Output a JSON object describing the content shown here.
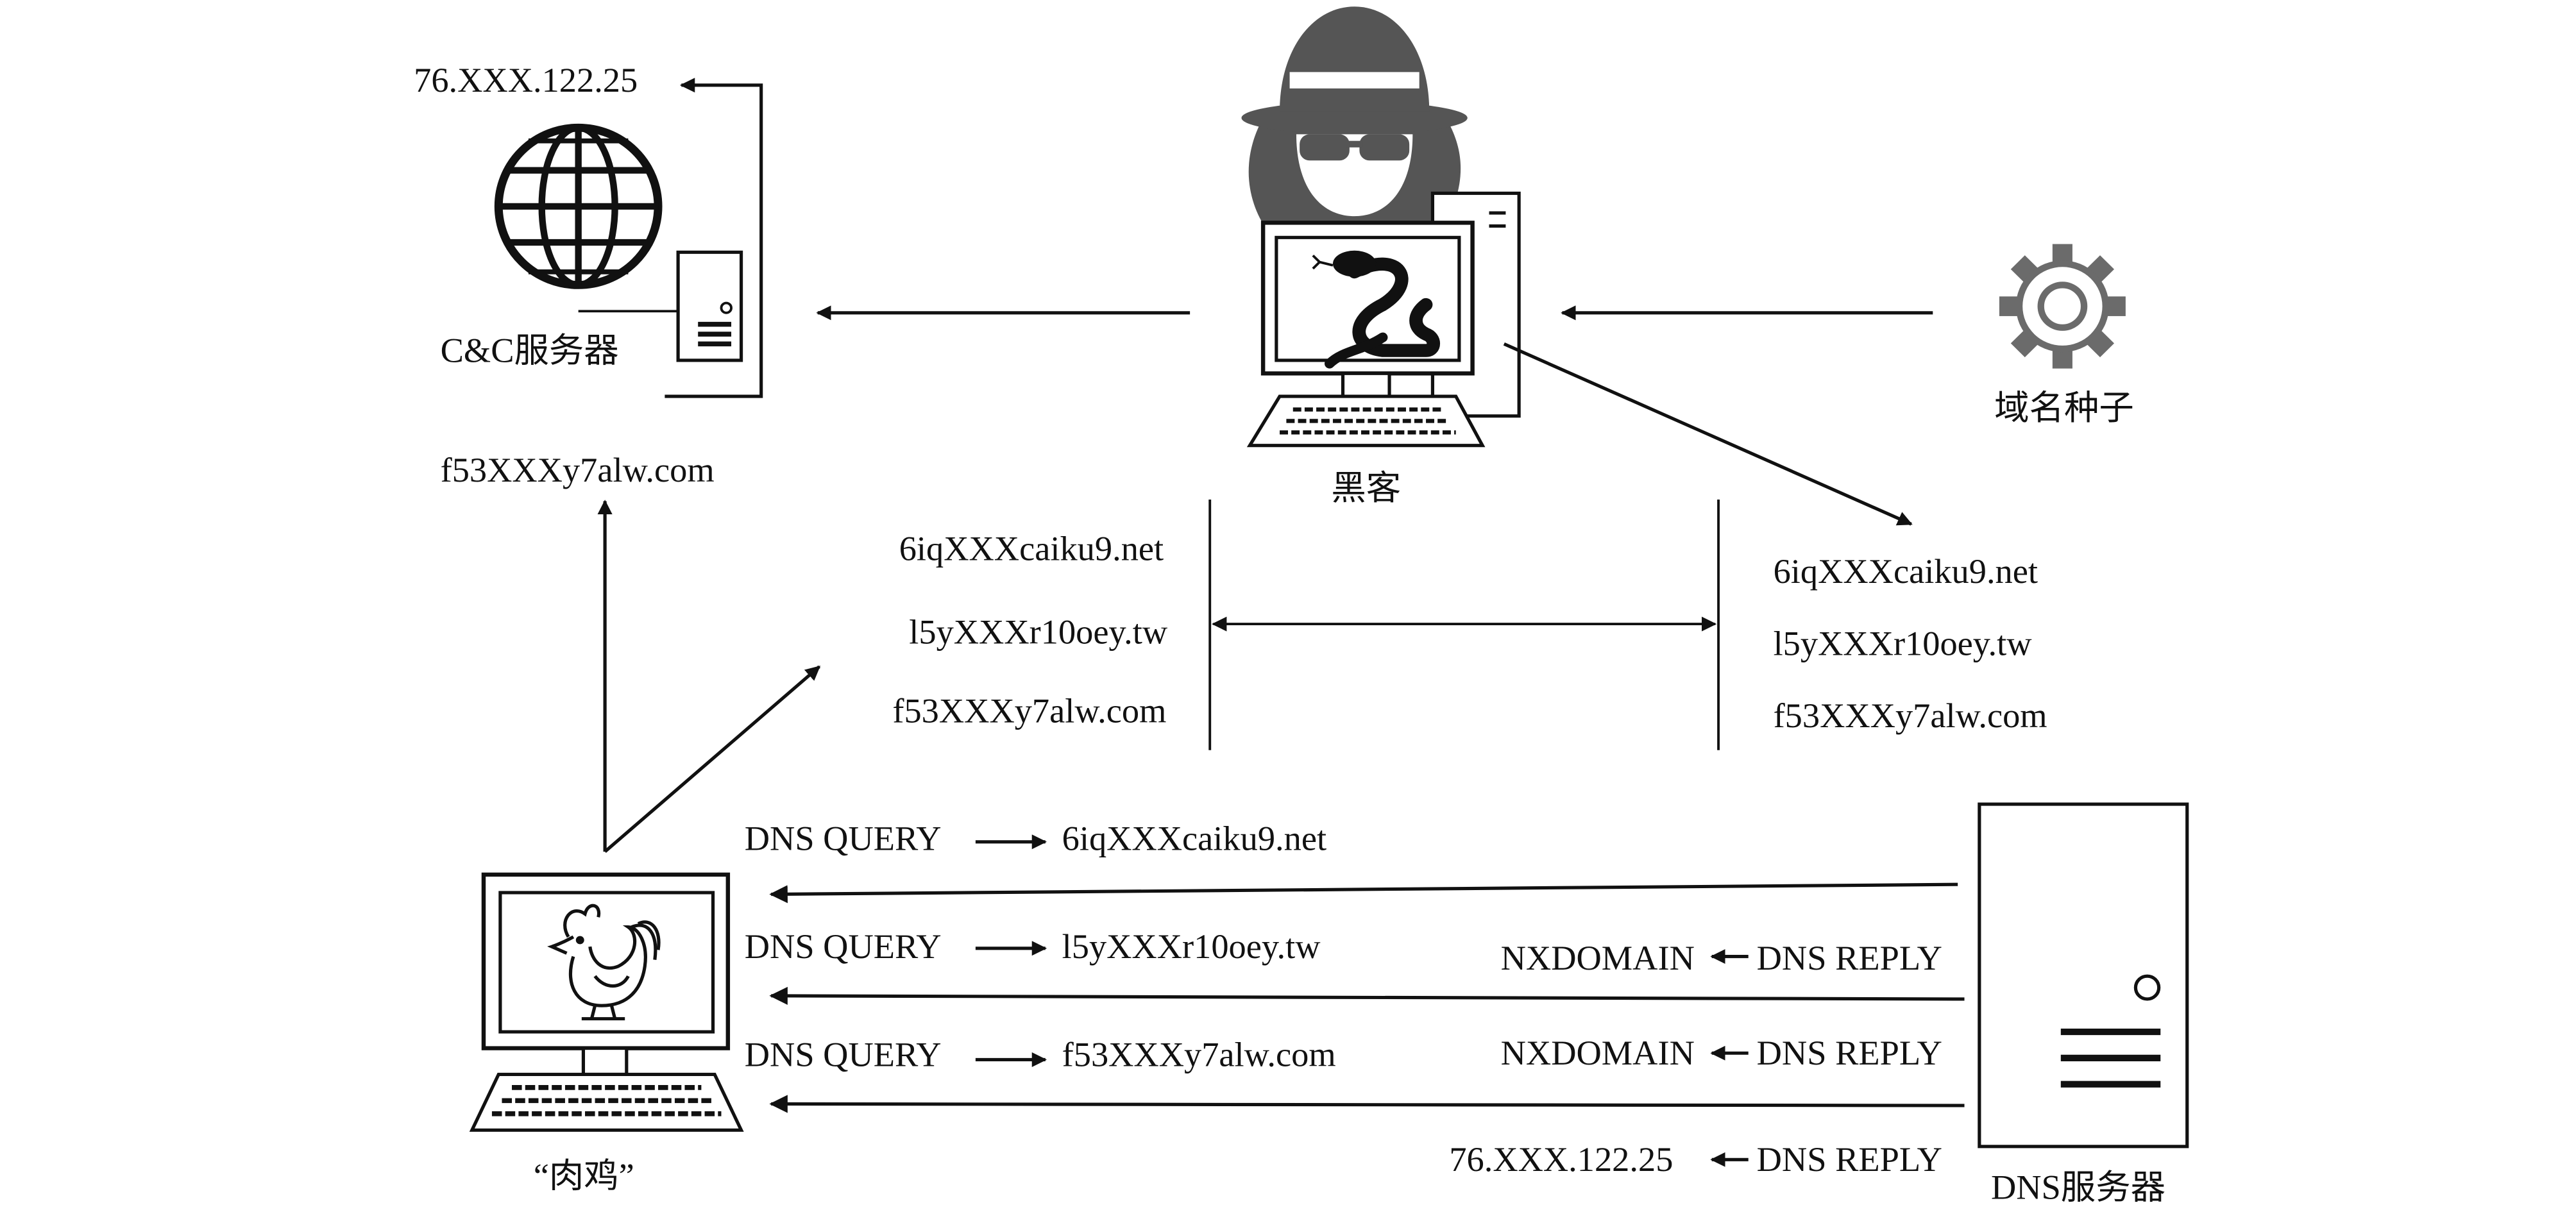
{
  "cc_server": {
    "ip": "76.XXX.122.25",
    "label": "C&C服务器",
    "domain": "f53XXXy7alw.com"
  },
  "hacker": {
    "label": "黑客"
  },
  "seed": {
    "label": "域名种子"
  },
  "zombie": {
    "label": "“肉鸡”"
  },
  "dns_server": {
    "label": "DNS服务器"
  },
  "domain_list_left": [
    "6iqXXXcaiku9.net",
    "l5yXXXr10oey.tw",
    "f53XXXy7alw.com"
  ],
  "domain_list_right": [
    "6iqXXXcaiku9.net",
    "l5yXXXr10oey.tw",
    "f53XXXy7alw.com"
  ],
  "queries": [
    {
      "label": "DNS QUERY",
      "domain": "6iqXXXcaiku9.net"
    },
    {
      "label": "DNS QUERY",
      "domain": "l5yXXXr10oey.tw"
    },
    {
      "label": "DNS QUERY",
      "domain": "f53XXXy7alw.com"
    }
  ],
  "replies": [
    {
      "result": "NXDOMAIN",
      "label": "DNS REPLY"
    },
    {
      "result": "NXDOMAIN",
      "label": "DNS REPLY"
    },
    {
      "result": "76.XXX.122.25",
      "label": "DNS REPLY"
    }
  ],
  "colors": {
    "ink": "#111111",
    "hacker_gray": "#555555",
    "gear_gray": "#6b6b6b"
  }
}
